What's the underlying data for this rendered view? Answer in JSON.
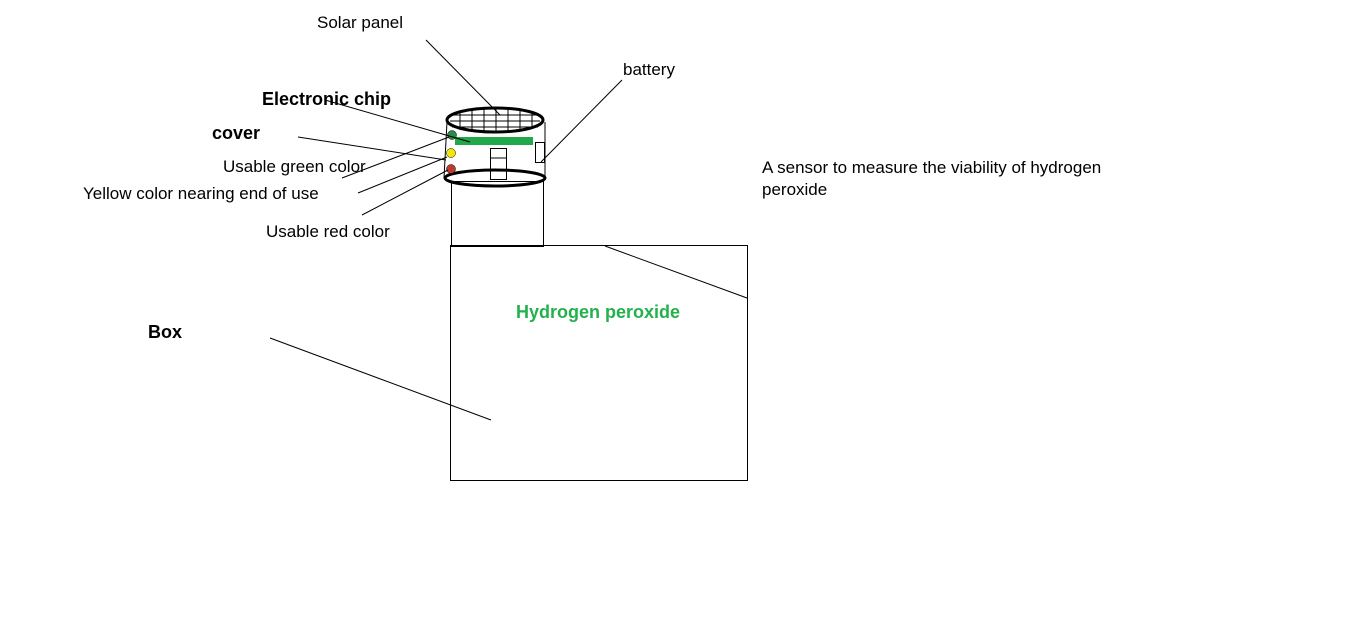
{
  "labels": {
    "solar_panel": "Solar panel",
    "battery": "battery",
    "electronic_chip": "Electronic chip",
    "cover": "cover",
    "usable_green": "Usable green color",
    "yellow_end": "Yellow color nearing end of use",
    "usable_red": "Usable red color",
    "box": "Box",
    "hydrogen_peroxide": "Hydrogen peroxide"
  },
  "description": {
    "line1": "A sensor to measure the viability of hydrogen",
    "line2": "peroxide"
  },
  "colors": {
    "green_indicator": "#2a8a46",
    "yellow_indicator": "#f3e600",
    "red_indicator": "#c0392b",
    "chip": "#22a84a",
    "hydrogen_text": "#22b14c"
  }
}
